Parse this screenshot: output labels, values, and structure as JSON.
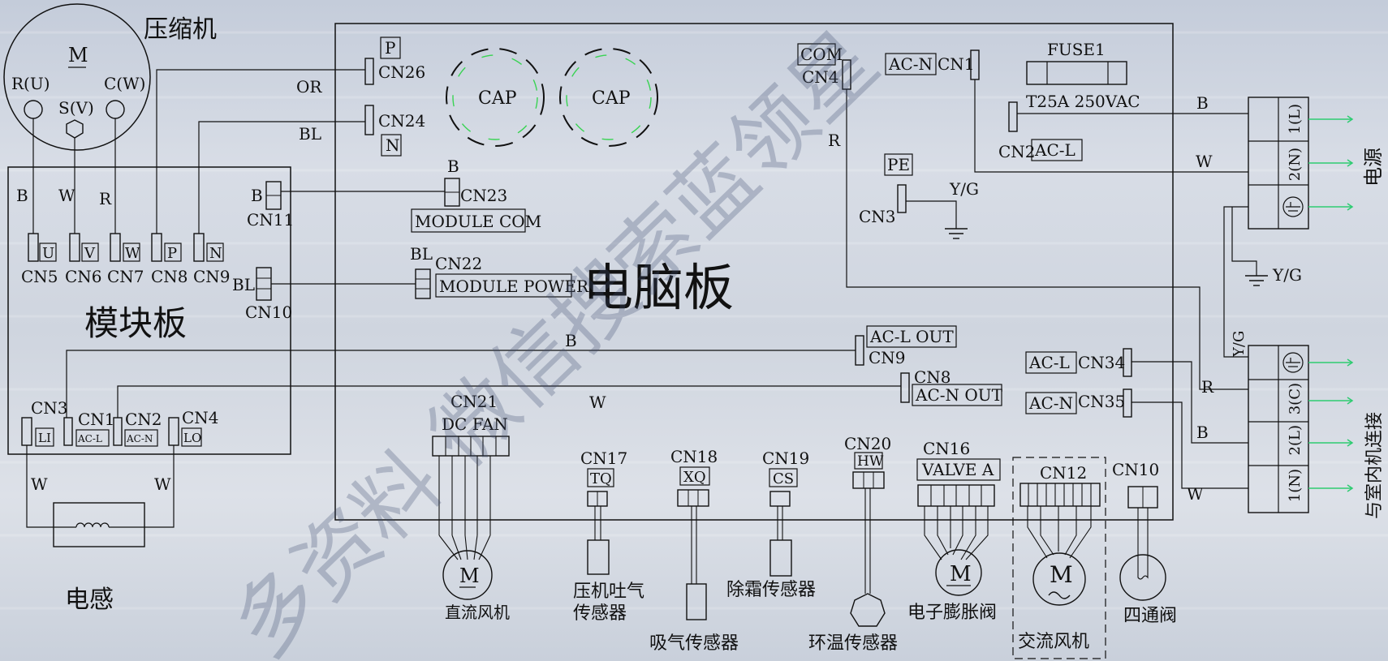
{
  "colors": {
    "background": "#d4dae3",
    "line": "#111111",
    "capacitor": "#39d353",
    "watermark": "#4a5a80"
  },
  "watermark": "多资料 微信搜索蓝领星",
  "boards": {
    "main": "电脑板",
    "module": "模块板"
  },
  "compressor": {
    "title": "压缩机",
    "motor": "M",
    "r": "R(U)",
    "s": "S(V)",
    "c": "C(W)"
  },
  "inductor": "电感",
  "module_connectors": [
    {
      "cn": "CN5",
      "tag": "U",
      "wire": "B"
    },
    {
      "cn": "CN6",
      "tag": "V",
      "wire": "W"
    },
    {
      "cn": "CN7",
      "tag": "W",
      "wire": "R"
    },
    {
      "cn": "CN8",
      "tag": "P"
    },
    {
      "cn": "CN9",
      "tag": "N"
    }
  ],
  "module_side": {
    "cn11": "CN11",
    "cn11_wire": "B",
    "cn10": "CN10",
    "cn10_wire": "BL"
  },
  "module_bottom": [
    {
      "cn": "CN3",
      "tag": "LI"
    },
    {
      "cn": "CN1",
      "tag": "AC-L"
    },
    {
      "cn": "CN2",
      "tag": "AC-N"
    },
    {
      "cn": "CN4",
      "tag": "LO"
    }
  ],
  "main_top": {
    "cn26": "CN26",
    "cn26_tag": "P",
    "or_wire": "OR",
    "cn24": "CN24",
    "cn24_tag": "N",
    "bl_wire": "BL",
    "cap": "CAP",
    "cn23": "CN23",
    "cn23_tag": "MODULE COM",
    "cn23_wire": "B",
    "cn22": "CN22",
    "cn22_tag": "MODULE POWER",
    "cn22_wire": "BL"
  },
  "power": {
    "com": "COM",
    "cn4": "CN4",
    "acn": "AC-N",
    "cn1": "CN1",
    "fuse": "FUSE1",
    "fuse_rating": "T25A 250VAC",
    "cn2": "CN2",
    "acl": "AC-L",
    "pe": "PE",
    "cn3": "CN3",
    "yg": "Y/G",
    "r": "R",
    "b": "B",
    "w": "W",
    "supply": "电源"
  },
  "terminals_top": [
    "1(L)",
    "2(N)"
  ],
  "terminals_bottom": [
    "3(C)",
    "2(L)",
    "1(N)"
  ],
  "outdoor_link": "与室内机连接",
  "ac_out": {
    "acl_out": "AC-L OUT",
    "cn9": "CN9",
    "b": "B",
    "acn_out": "AC-N OUT",
    "cn8": "CN8",
    "w": "W"
  },
  "right_conn": {
    "acl": "AC-L",
    "cn34": "CN34",
    "acn": "AC-N",
    "cn35": "CN35",
    "r": "R",
    "b": "B",
    "w": "W",
    "yg": "Y/G"
  },
  "bottom_parts": {
    "cn21": "CN21",
    "dc_fan": "DC FAN",
    "dc_fan_motor": "直流风机",
    "m": "M",
    "cn17": "CN17",
    "tq": "TQ",
    "discharge": "压机吐气",
    "sensor_word": "传感器",
    "cn18": "CN18",
    "xq": "XQ",
    "suction": "吸气传感器",
    "cn19": "CN19",
    "cs": "CS",
    "defrost": "除霜传感器",
    "cn20": "CN20",
    "hw": "HW",
    "ambient": "环温传感器",
    "cn16": "CN16",
    "valve": "VALVE A",
    "eev": "电子膨胀阀",
    "cn12": "CN12",
    "ac_fan": "交流风机",
    "cn10": "CN10",
    "four_way": "四通阀",
    "wire_w": "W"
  }
}
